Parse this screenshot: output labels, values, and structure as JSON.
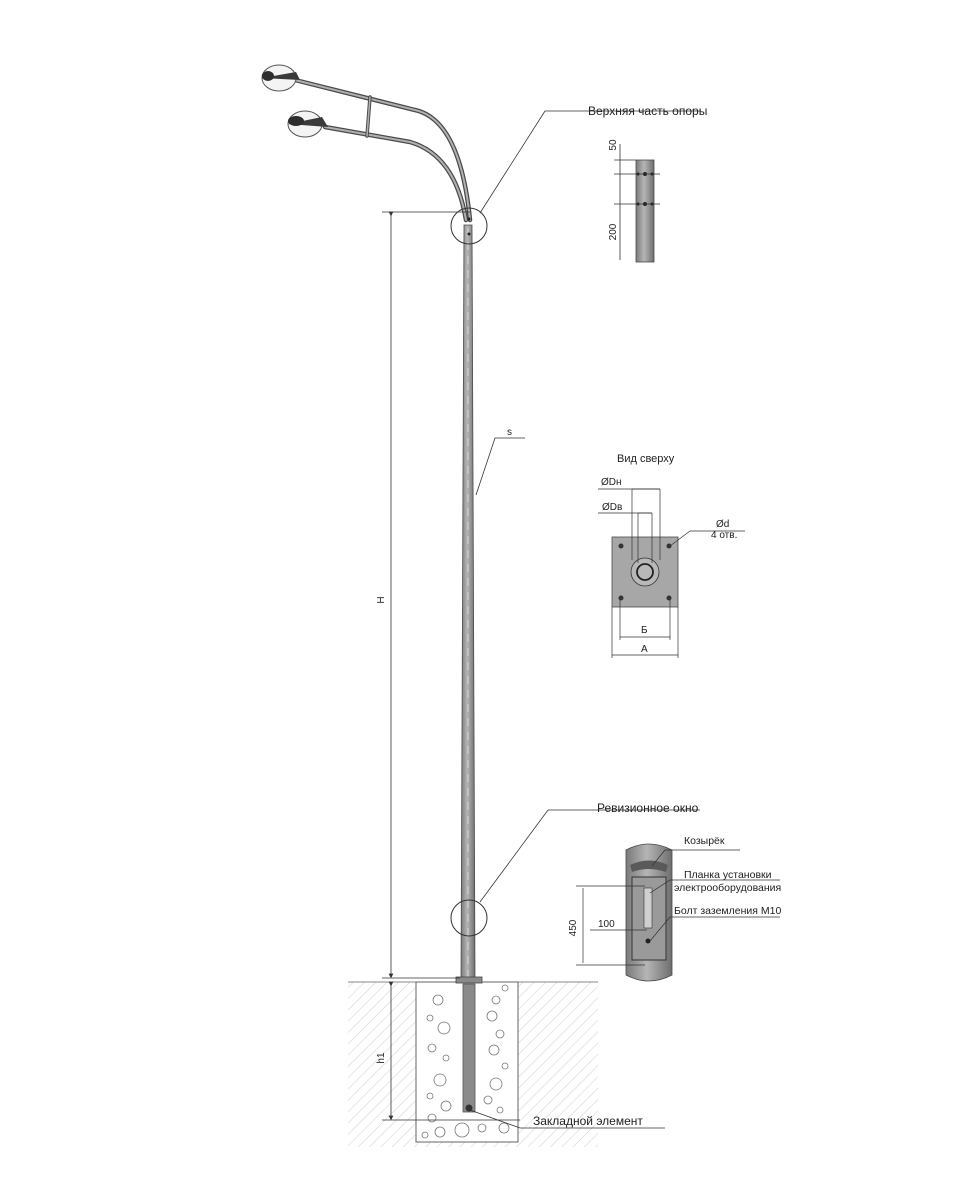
{
  "labels": {
    "upper_part": "Верхняя часть опоры",
    "top_view": "Вид сверху",
    "inspection_window": "Ревизионное окно",
    "embedded_element": "Закладной элемент",
    "visor": "Козырёк",
    "plate_line1": "Планка установки",
    "plate_line2": "электрооборудования",
    "ground_bolt": "Болт заземления М10"
  },
  "dimensions": {
    "height": "H",
    "depth": "h1",
    "wall": "s",
    "top_50": "50",
    "top_200": "200",
    "dn": "ØDн",
    "dv": "ØDв",
    "hole_d": "Ød",
    "holes": "4 отв.",
    "b": "Б",
    "a": "А",
    "win_450": "450",
    "win_100": "100"
  },
  "colors": {
    "pole_fill": "#9a9a9a",
    "pole_stroke": "#4a4a4a",
    "line": "#333333",
    "plate": "#a7a7a7",
    "soil_hatch": "#c8c8c8"
  }
}
